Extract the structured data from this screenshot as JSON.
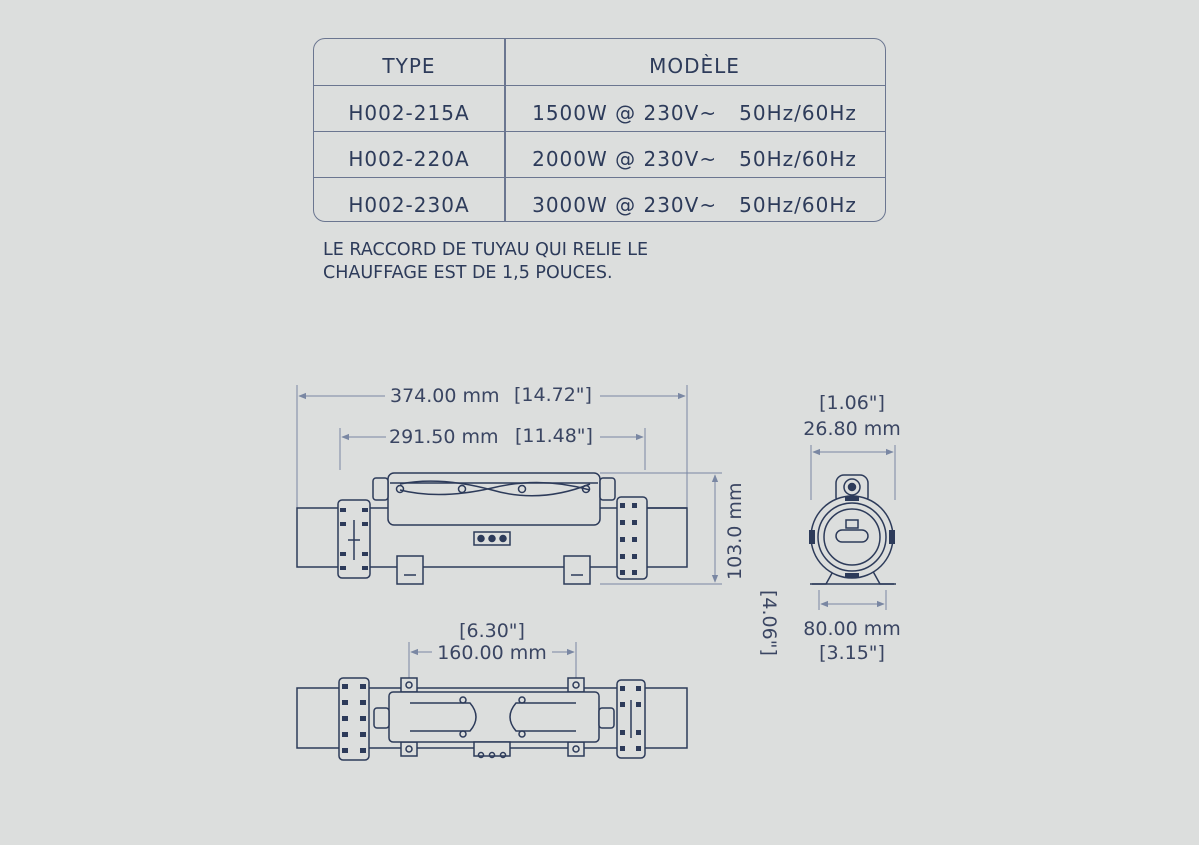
{
  "table": {
    "headers": {
      "type": "TYPE",
      "model": "MODÈLE"
    },
    "rows": [
      {
        "type": "H002-215A",
        "model": "1500W @ 230V~   50Hz/60Hz"
      },
      {
        "type": "H002-220A",
        "model": "2000W @ 230V~   50Hz/60Hz"
      },
      {
        "type": "H002-230A",
        "model": "3000W @ 230V~   50Hz/60Hz"
      }
    ]
  },
  "note": {
    "line1": "LE RACCORD DE TUYAU QUI RELIE LE",
    "line2": "CHAUFFAGE EST DE 1,5 POUCES."
  },
  "dimensions": {
    "overall_length": "374.00 mm",
    "overall_length_in": "[14.72\"]",
    "body_length": "291.50 mm",
    "body_length_in": "[11.48\"]",
    "height": "103.0 mm",
    "height_in": "[4.06\"]",
    "mount_spacing_in": "[6.30\"]",
    "mount_spacing": "160.00 mm",
    "end_width_in": "[1.06\"]",
    "end_width": "26.80 mm",
    "base_width": "80.00 mm",
    "base_width_in": "[3.15\"]"
  },
  "colors": {
    "background": "#dcdedd",
    "ink": "#2d3b5a",
    "dim_line": "#7a87a3"
  }
}
